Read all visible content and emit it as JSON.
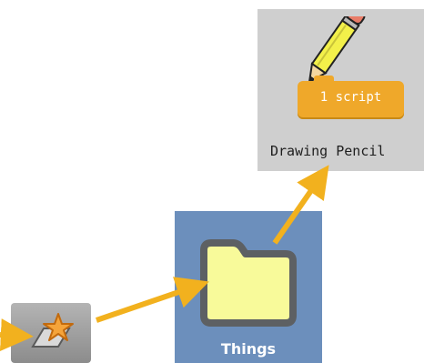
{
  "sprite": {
    "name": "Drawing Pencil",
    "scripts_badge": "1 script",
    "icon": "pencil-icon"
  },
  "folder": {
    "name": "Things",
    "icon": "folder-icon"
  },
  "toolbar_button": {
    "icon": "star-parallelogram-icon"
  },
  "colors": {
    "arrow": "#f2b11e",
    "folder_tile": "#6c8fbc",
    "folder_fill": "#f8fa9a",
    "badge": "#efa82a"
  }
}
